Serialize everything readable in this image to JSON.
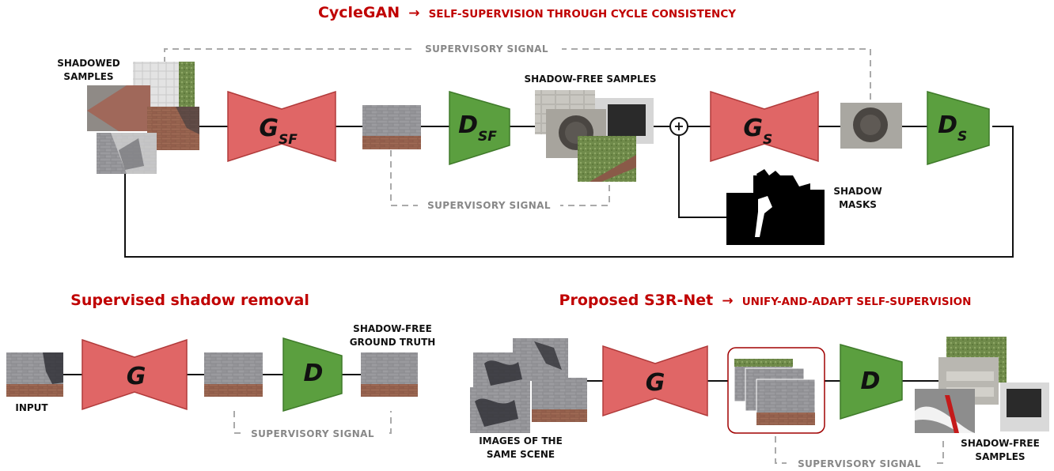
{
  "top": {
    "title_main": "CycleGAN",
    "title_arrow": "→",
    "title_sub": "SELF-SUPERVISION THROUGH CYCLE CONSISTENCY",
    "shadowed_samples_line1": "SHADOWED",
    "shadowed_samples_line2": "SAMPLES",
    "shadow_free_samples": "SHADOW-FREE SAMPLES",
    "shadow_masks_line1": "SHADOW",
    "shadow_masks_line2": "MASKS",
    "supervisory_top": "SUPERVISORY SIGNAL",
    "supervisory_mid": "SUPERVISORY SIGNAL",
    "gen1": {
      "letter": "G",
      "sub": "SF"
    },
    "disc1": {
      "letter": "D",
      "sub": "SF"
    },
    "gen2": {
      "letter": "G",
      "sub": "S"
    },
    "disc2": {
      "letter": "D",
      "sub": "S"
    },
    "plus_symbol": "+"
  },
  "bottom_left": {
    "title": "Supervised shadow removal",
    "input_label": "INPUT",
    "gt_line1": "SHADOW-FREE",
    "gt_line2": "GROUND TRUTH",
    "supervisory": "SUPERVISORY SIGNAL",
    "gen": {
      "letter": "G"
    },
    "disc": {
      "letter": "D"
    }
  },
  "bottom_right": {
    "title_main": "Proposed S3R-Net",
    "title_arrow": "→",
    "title_sub": "UNIFY-AND-ADAPT SELF-SUPERVISION",
    "images_line1": "IMAGES OF THE",
    "images_line2": "SAME SCENE",
    "shadow_free_line1": "SHADOW-FREE",
    "shadow_free_line2": "SAMPLES",
    "supervisory": "SUPERVISORY SIGNAL",
    "gen": {
      "letter": "G"
    },
    "disc": {
      "letter": "D"
    }
  },
  "colors": {
    "accent_red": "#c00000",
    "generator": "#e06666",
    "discriminator": "#5b9f3f",
    "supervisory_gray": "#aaaaaa"
  }
}
